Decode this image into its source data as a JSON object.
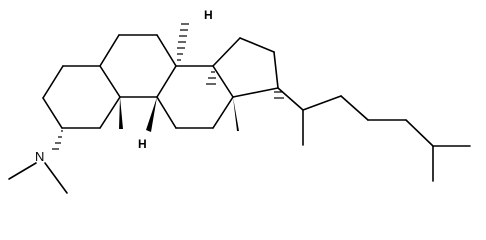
{
  "molecule": {
    "atom_labels": {
      "nitrogen": "N",
      "h_upper": "H",
      "h_lower": "H"
    }
  },
  "colors": {
    "bond": "#000000",
    "background": "#ffffff"
  }
}
